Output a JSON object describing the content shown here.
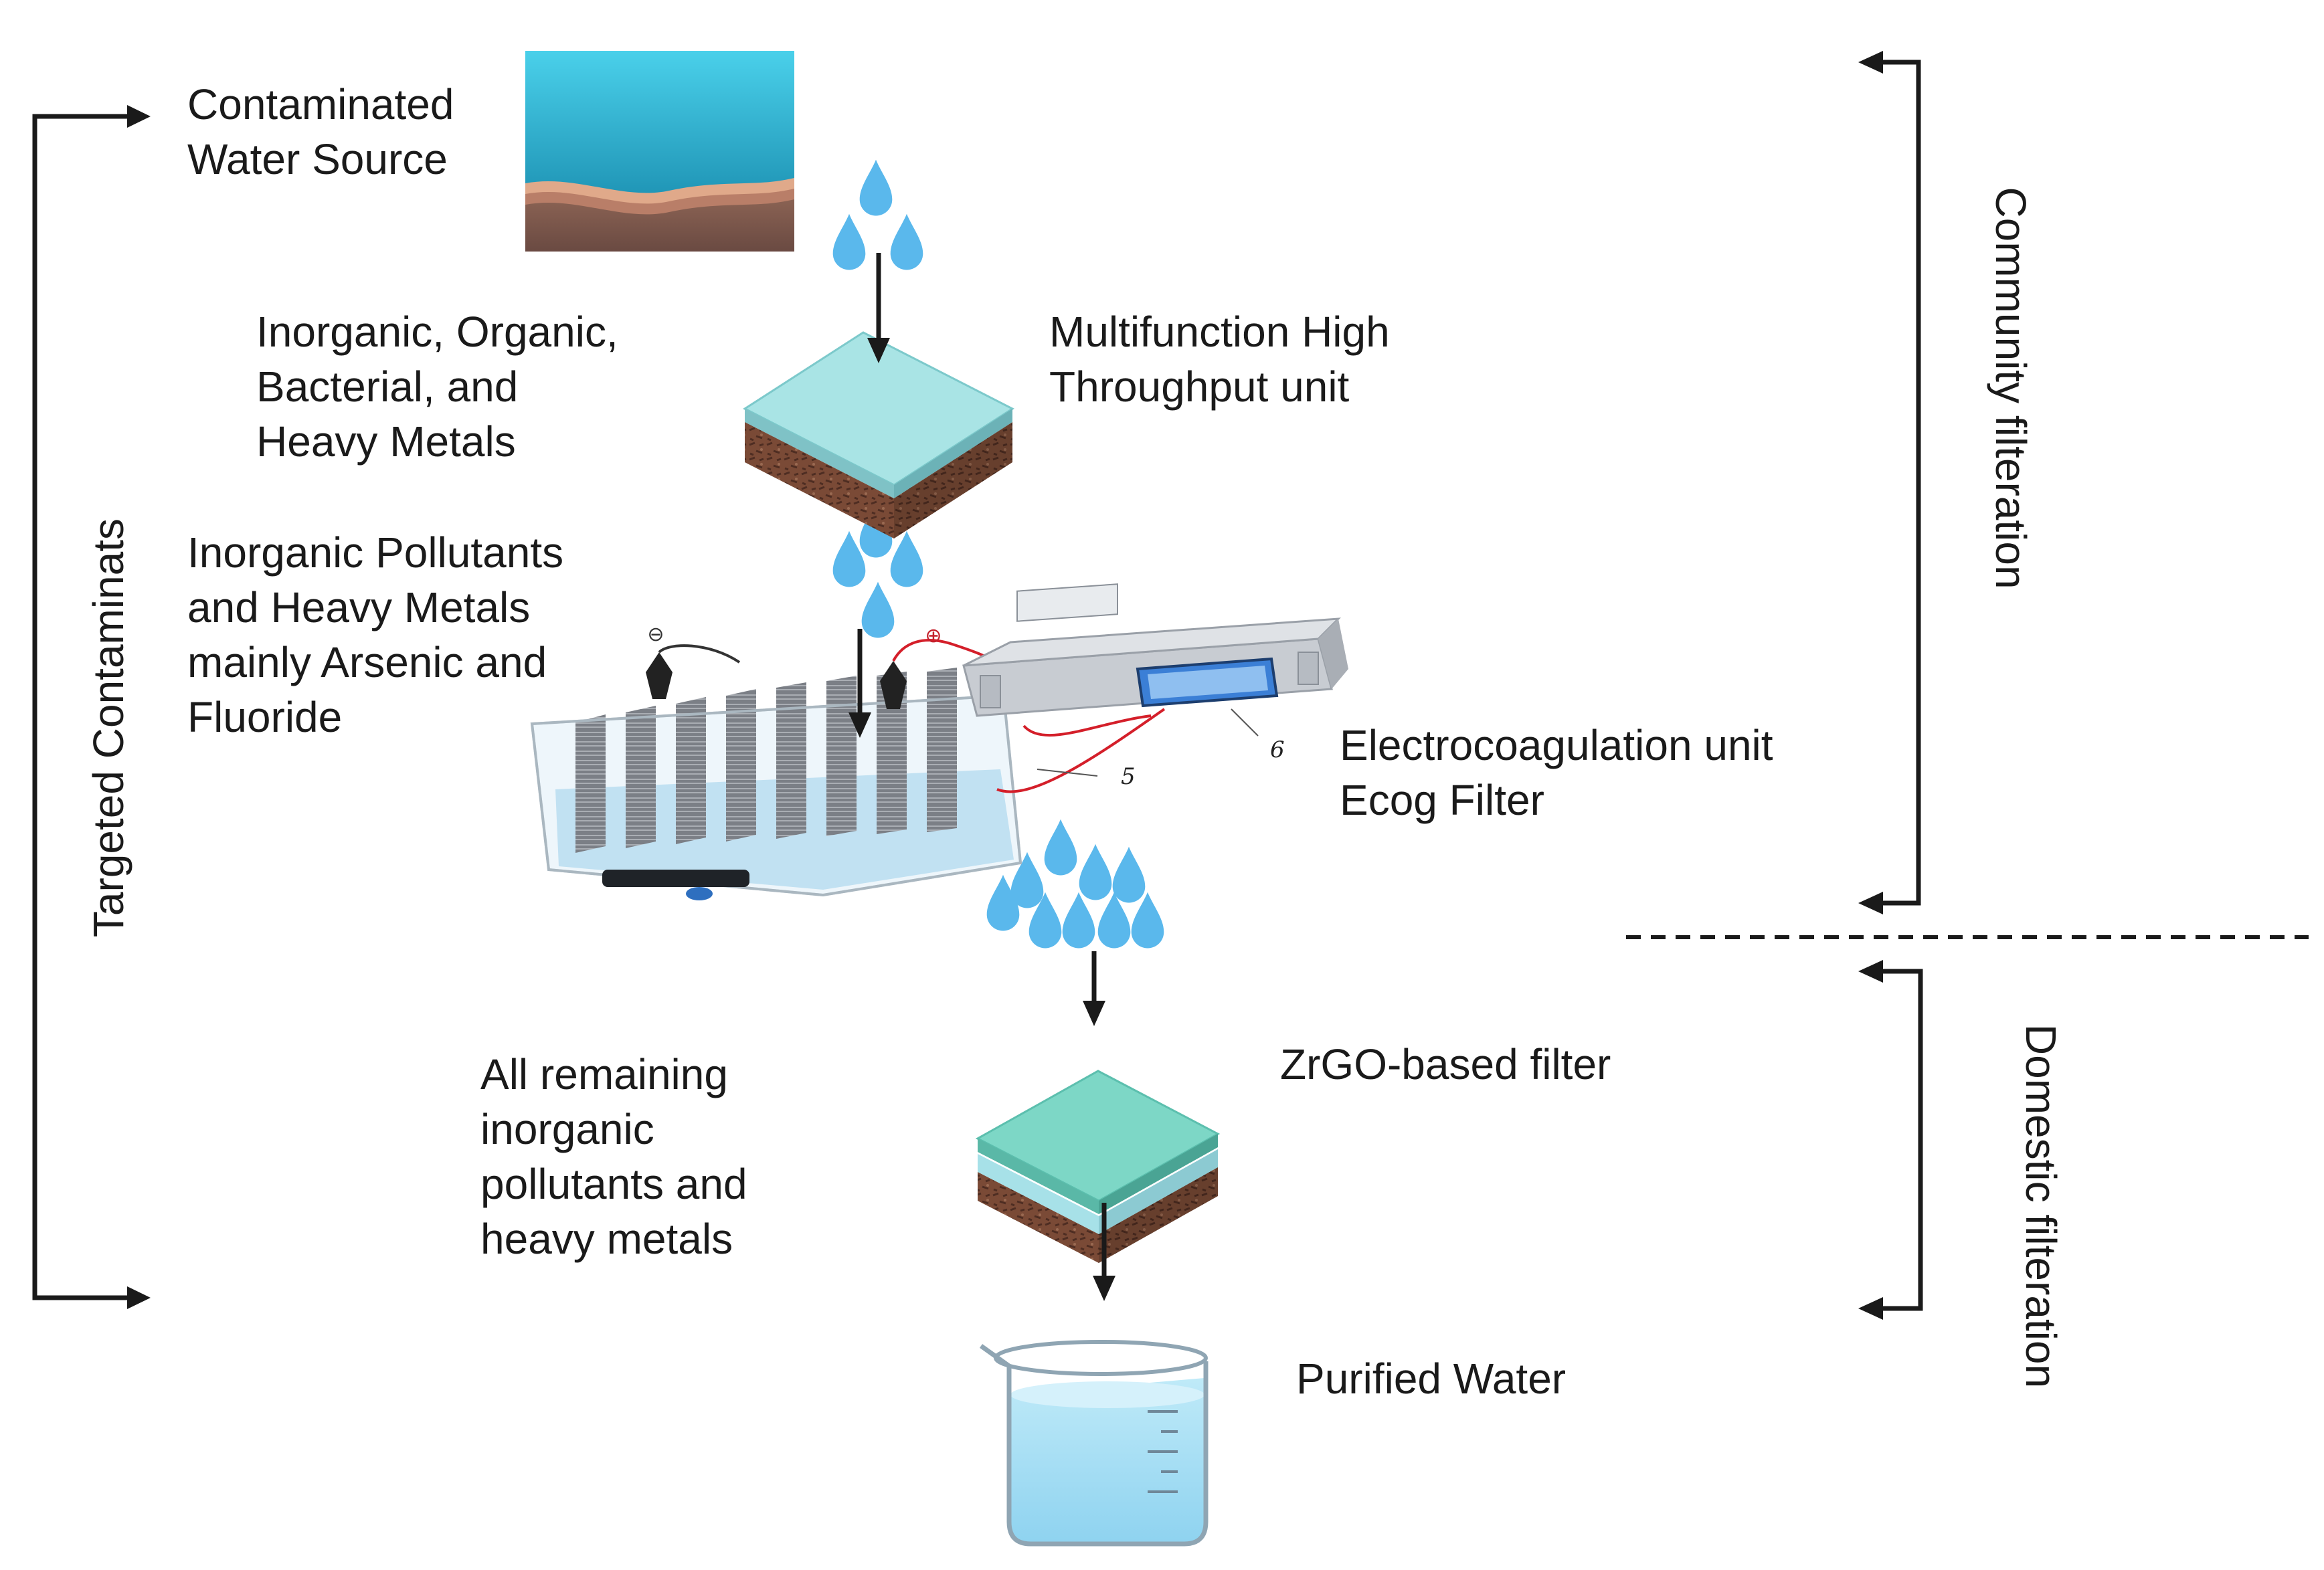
{
  "labels": {
    "source": [
      "Contaminated",
      "Water Source"
    ],
    "targets1": [
      "Inorganic, Organic,",
      "Bacterial, and",
      "Heavy Metals"
    ],
    "unit1": [
      "Multifunction High",
      "Throughput unit"
    ],
    "targets2": [
      "Inorganic Pollutants",
      "and Heavy Metals",
      "mainly Arsenic and",
      "Fluoride"
    ],
    "unit2": [
      "Electrocoagulation unit",
      "Ecog Filter"
    ],
    "targets3": [
      "All remaining",
      "inorganic",
      "pollutants and",
      "heavy metals"
    ],
    "unit3": [
      "ZrGO-based filter"
    ],
    "output": [
      "Purified Water"
    ]
  },
  "side_labels": {
    "left": "Targeted Contaminats",
    "community": "Community filteration",
    "domestic": "Domestic filteration"
  },
  "device_marks": {
    "minus": "⊖",
    "plus": "⊕",
    "callout_5": "5",
    "callout_6": "6"
  },
  "colors": {
    "water_top": "#45cbe5",
    "water_bottom": "#1889a8",
    "drop": "#5ab8ec",
    "filter_top": "#a7e3e4",
    "zrgo_top": "#7fd8c8",
    "soil": "#6d4535",
    "arrow": "#1a1a1a"
  }
}
